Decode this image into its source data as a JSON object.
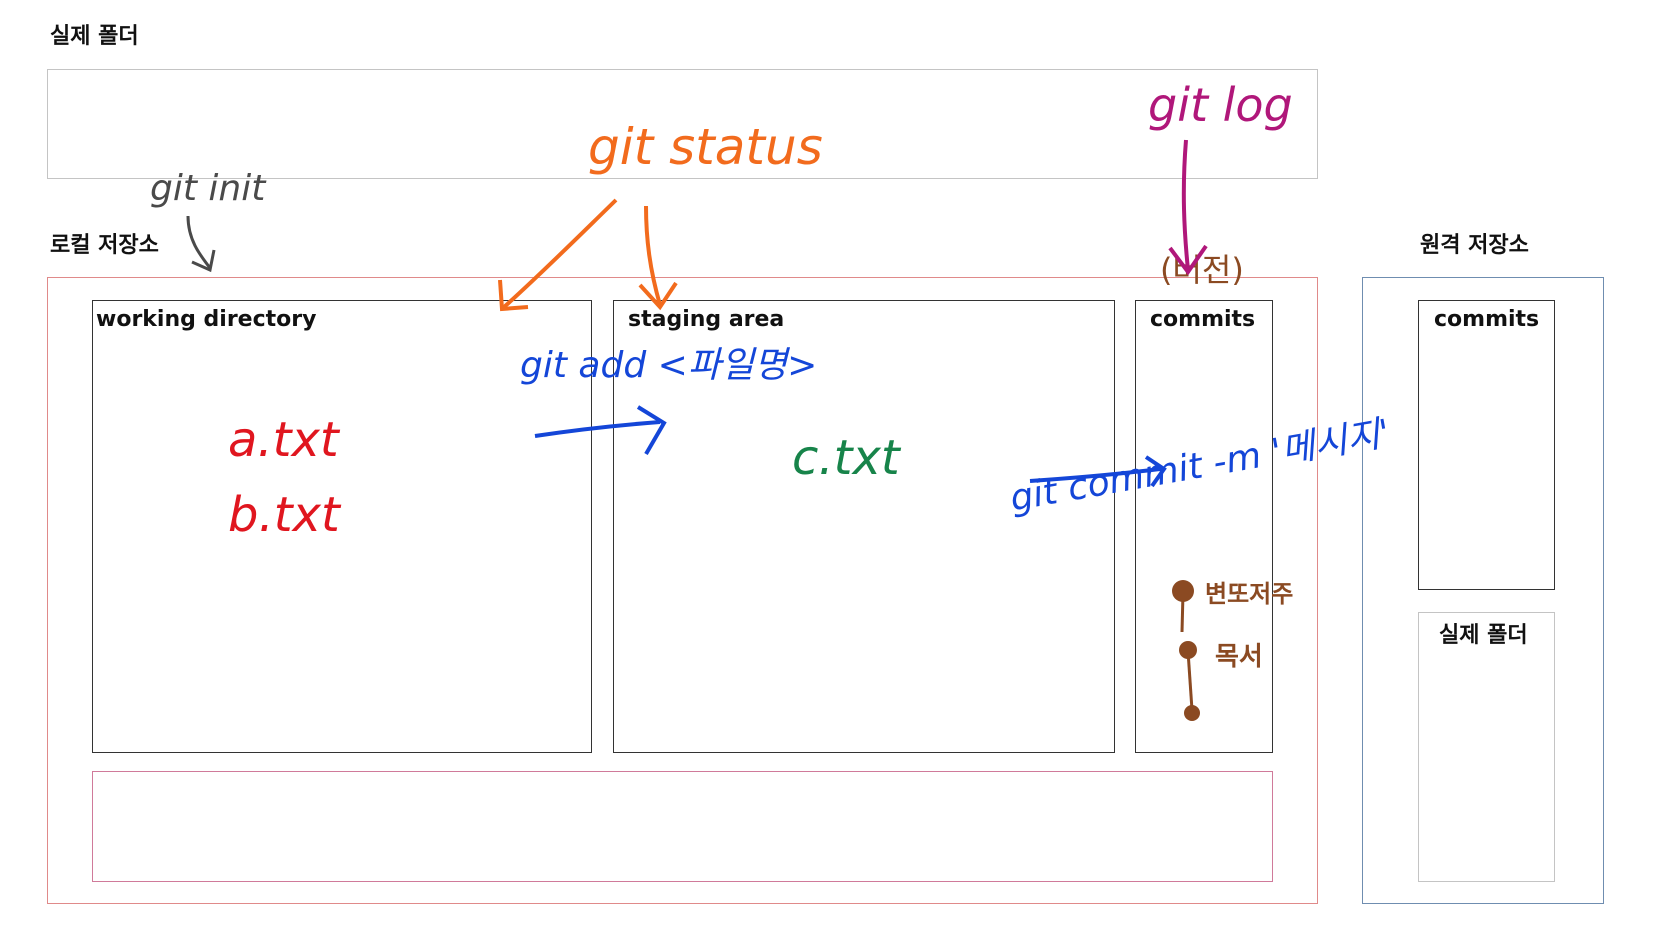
{
  "labels": {
    "real_folder_top": "실제 폴더",
    "local_repo": "로컬 저장소",
    "remote_repo": "원격 저장소",
    "working_directory": "working directory",
    "staging_area": "staging area",
    "commits_local": "commits",
    "commits_remote": "commits",
    "real_folder_remote": "실제 폴더"
  },
  "handwriting": {
    "git_init": "git init",
    "git_status": "git status",
    "git_log": "git log",
    "version": "(버전)",
    "git_add": "git add <파일명>",
    "git_commit": "git commit -m '메시지'",
    "file_a": "a.txt",
    "file_b": "b.txt",
    "file_c": "c.txt",
    "commit_1": "변또저주",
    "commit_2": "목서"
  },
  "colors": {
    "orange": "#f26b1d",
    "magenta": "#b0177a",
    "blue": "#1446d8",
    "red": "#e0161f",
    "green": "#17844a",
    "brown": "#8b4a22",
    "gray": "#4a4a4a",
    "local_border": "#e08a8a",
    "remote_border": "#6f8db0"
  }
}
